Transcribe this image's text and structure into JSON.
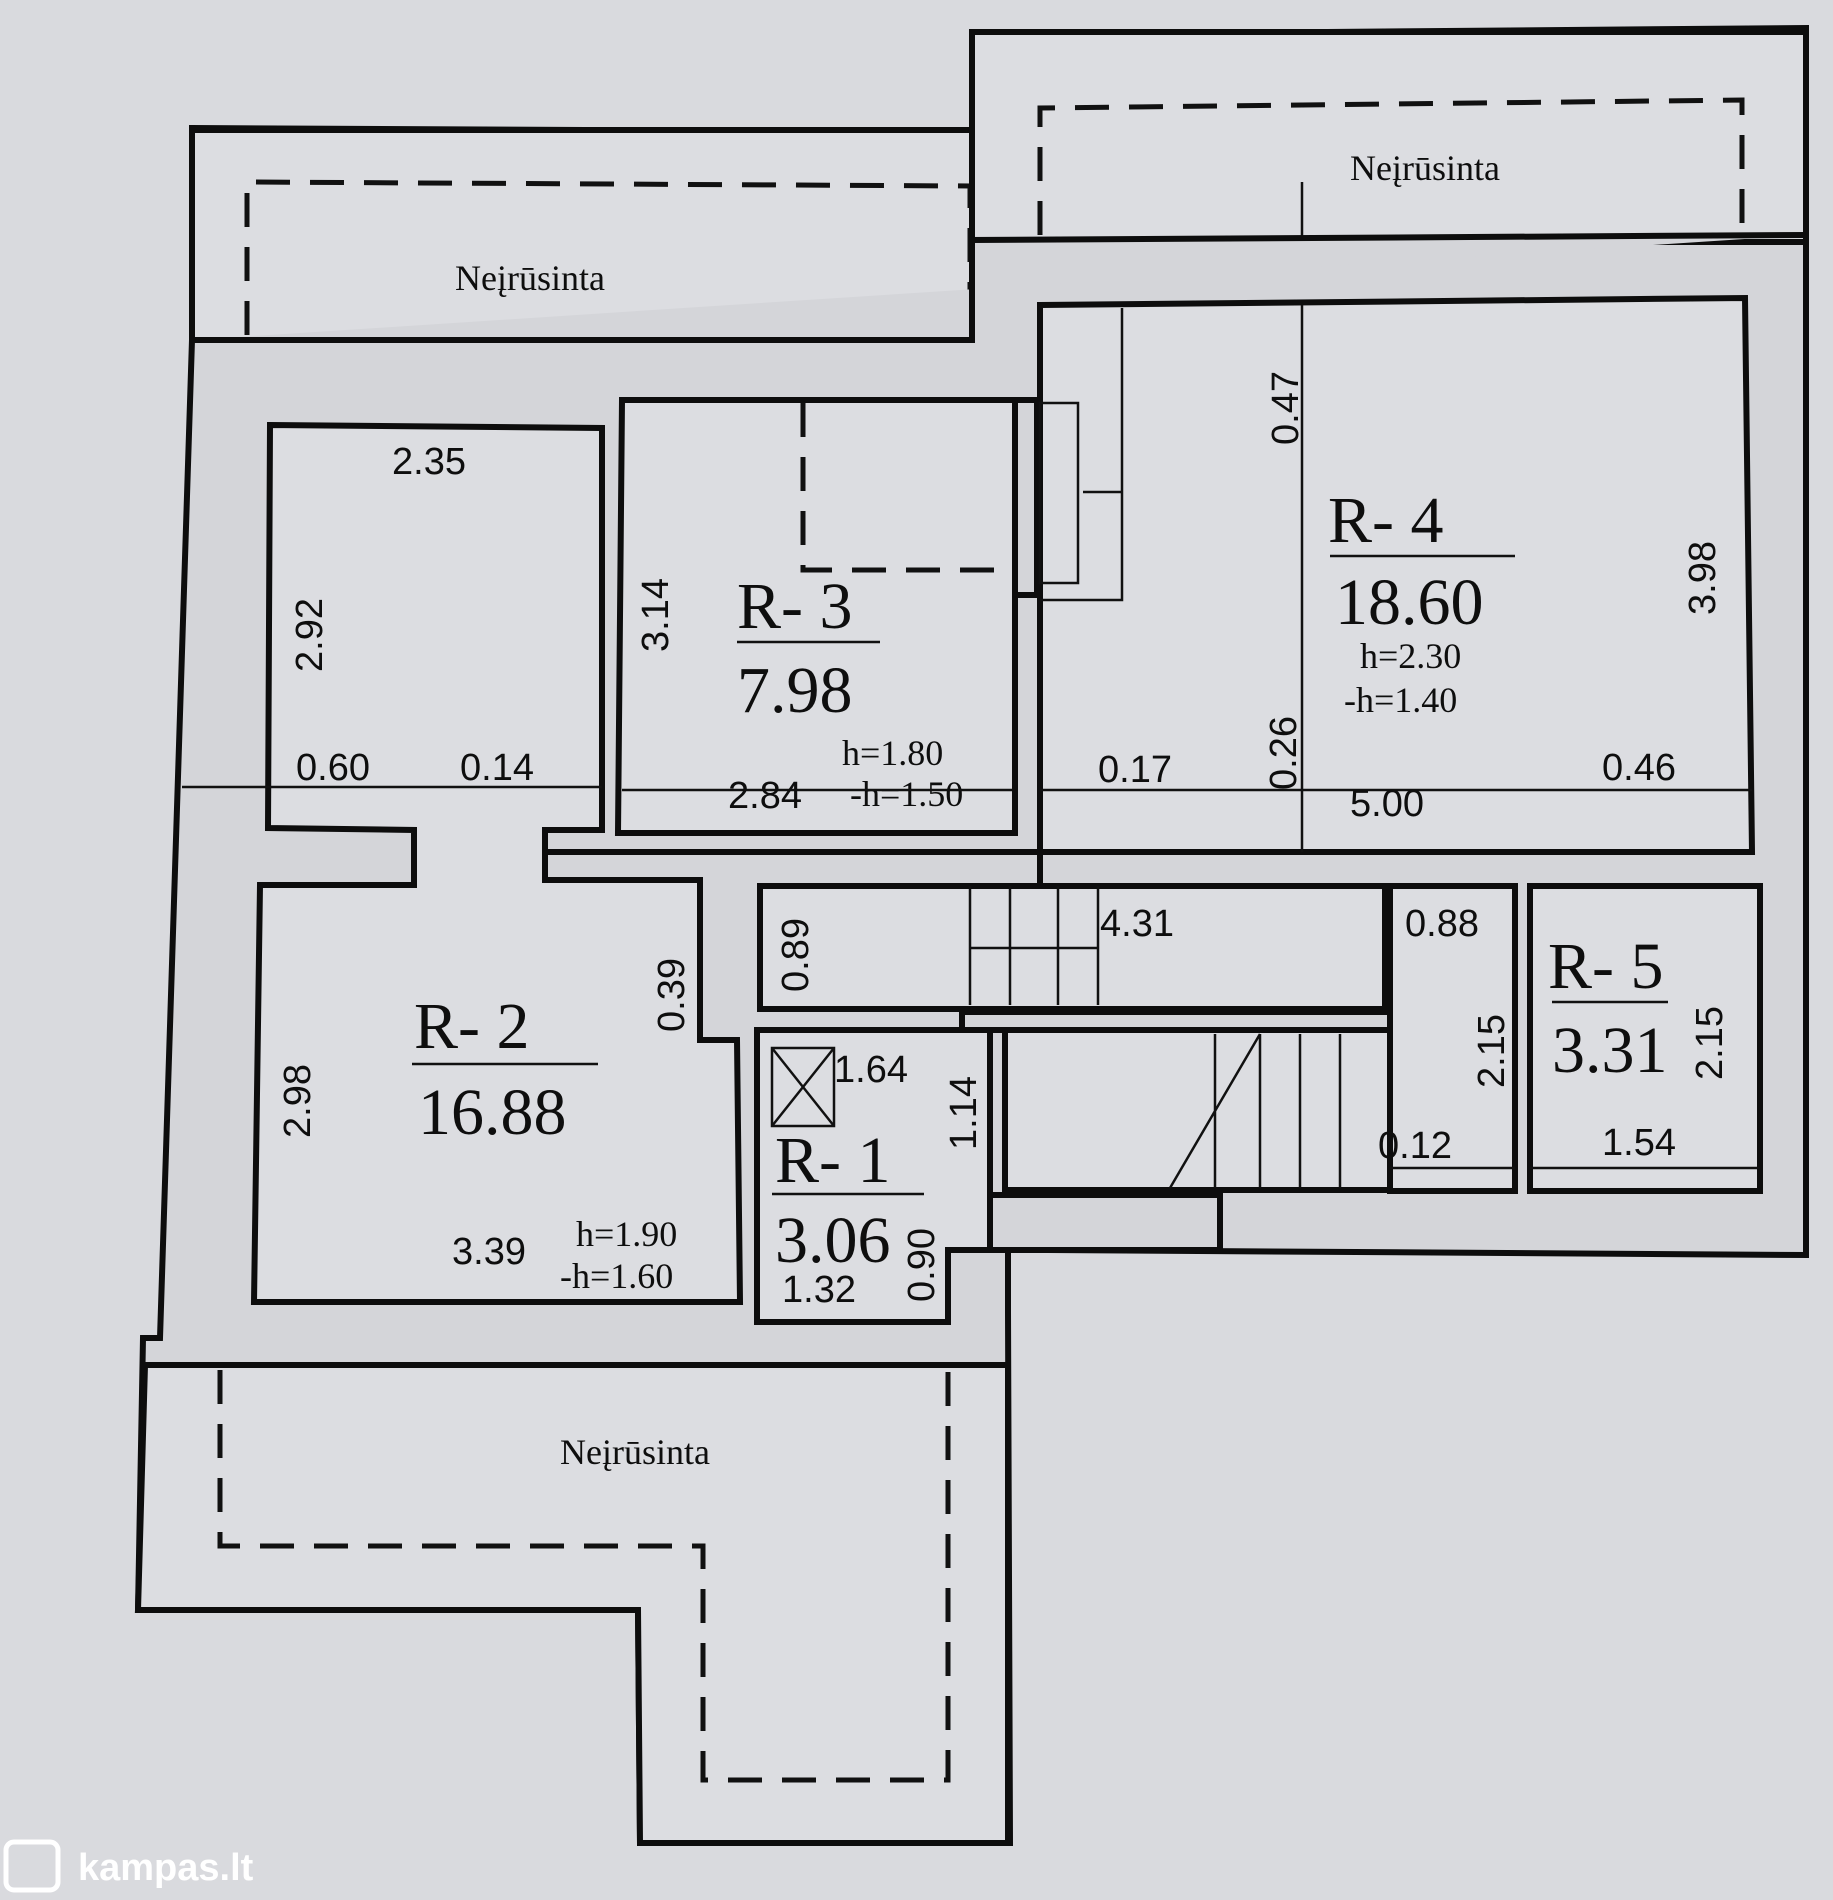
{
  "unfinished_label": "Neįrūsinta",
  "rooms": {
    "r1": {
      "name": "R- 1",
      "area": "3.06"
    },
    "r2": {
      "name": "R- 2",
      "area": "16.88",
      "h": "h=1.90",
      "mh": "-h=1.60"
    },
    "r3": {
      "name": "R- 3",
      "area": "7.98",
      "h": "h=1.80",
      "mh": "-h=1.50"
    },
    "r4": {
      "name": "R- 4",
      "area": "18.60",
      "h": "h=2.30",
      "mh": "-h=1.40"
    },
    "r5": {
      "name": "R- 5",
      "area": "3.31"
    }
  },
  "dimensions": {
    "r2_top": "2.35",
    "r2_upper_height": "2.92",
    "r2_left_gap": "0.60",
    "r2_right_gap": "0.14",
    "r2_height": "2.98",
    "r2_width": "3.39",
    "r2_passage": "0.39",
    "r3_height": "3.14",
    "r3_width": "2.84",
    "r4_top": "0.47",
    "r4_height": "3.98",
    "r4_left_gap": "0.17",
    "r4_mid": "0.26",
    "r4_width": "5.00",
    "r4_right_gap": "0.46",
    "hall_small": "0.89",
    "hall_len": "4.31",
    "door_r5": "0.88",
    "r1_top": "1.64",
    "r1_height": "1.14",
    "r1_side": "0.90",
    "r1_width": "1.32",
    "corr_height": "2.15",
    "corr_gap": "0.12",
    "r5_width": "1.54",
    "r5_height": "2.15"
  },
  "watermark": "kampas.lt"
}
